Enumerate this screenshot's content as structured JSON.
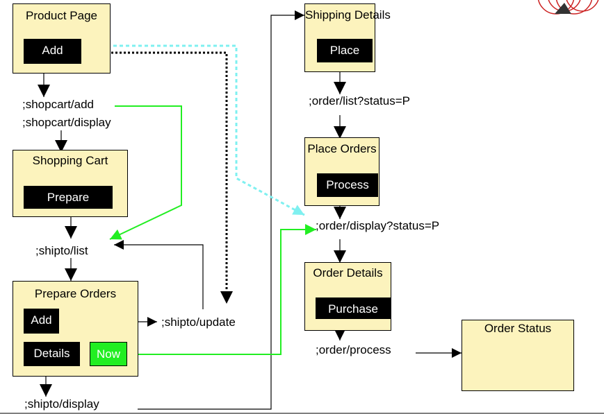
{
  "colors": {
    "page_fill": "#fcf3bd",
    "button_fill": "#000000",
    "button_text": "#ffffff",
    "now_button_fill": "#22ee22",
    "green_arrow": "#22ee22",
    "cyan_arrow": "#7ff0f0",
    "black_dotted_arrow": "#000000",
    "logo_red": "#cc2222"
  },
  "pages": {
    "product_page": {
      "title": "Product Page",
      "add_button": "Add"
    },
    "shopping_cart": {
      "title": "Shopping Cart",
      "prepare_button": "Prepare"
    },
    "prepare_orders": {
      "title": "Prepare Orders",
      "add_button": "Add",
      "details_button": "Details",
      "now_button": "Now"
    },
    "shipping_details": {
      "title": "Shipping Details",
      "place_button": "Place"
    },
    "place_orders": {
      "title": "Place Orders",
      "process_button": "Process"
    },
    "order_details": {
      "title": "Order Details",
      "purchase_button": "Purchase"
    },
    "order_status": {
      "title": "Order Status"
    }
  },
  "actions": {
    "shopcart_add": ";shopcart/add",
    "shopcart_display": ";shopcart/display",
    "shipto_list": ";shipto/list",
    "shipto_update": ";shipto/update",
    "shipto_display": ";shipto/display",
    "order_list": ";order/list?status=P",
    "order_display": ";order/display?status=P",
    "order_process": ";order/process"
  },
  "logo": {
    "icon": "red-circles-logo-icon"
  }
}
